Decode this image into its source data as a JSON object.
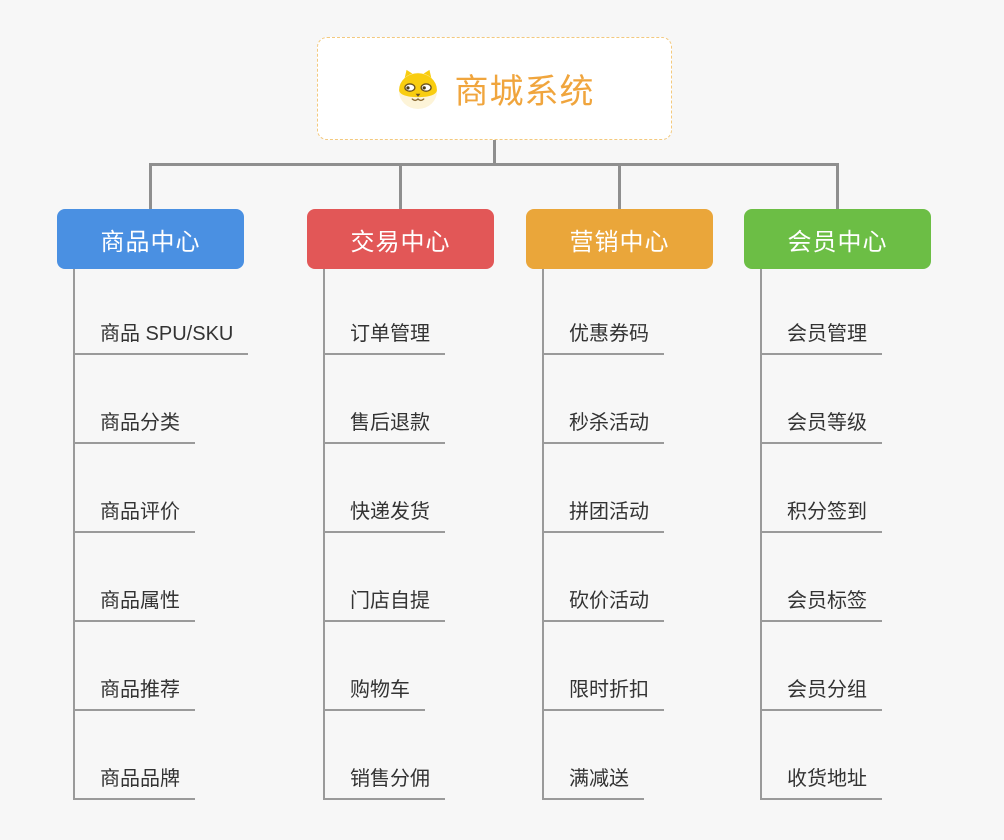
{
  "page": {
    "background": "#f7f7f7",
    "connector_color": "#8f8f8f",
    "leaf_line_color": "#9a9a9a",
    "leaf_text_color": "#333333"
  },
  "root": {
    "label": "商城系统",
    "icon": "dog-face-icon",
    "text_color": "#f0a53d",
    "border_color": "#f3c97e",
    "background": "#ffffff"
  },
  "branches": [
    {
      "label": "商品中心",
      "color": "#4a90e2",
      "items": [
        "商品 SPU/SKU",
        "商品分类",
        "商品评价",
        "商品属性",
        "商品推荐",
        "商品品牌"
      ]
    },
    {
      "label": "交易中心",
      "color": "#e25757",
      "items": [
        "订单管理",
        "售后退款",
        "快递发货",
        "门店自提",
        "购物车",
        "销售分佣"
      ]
    },
    {
      "label": "营销中心",
      "color": "#eaa63a",
      "items": [
        "优惠券码",
        "秒杀活动",
        "拼团活动",
        "砍价活动",
        "限时折扣",
        "满减送"
      ]
    },
    {
      "label": "会员中心",
      "color": "#6cbe45",
      "items": [
        "会员管理",
        "会员等级",
        "积分签到",
        "会员标签",
        "会员分组",
        "收货地址"
      ]
    }
  ]
}
